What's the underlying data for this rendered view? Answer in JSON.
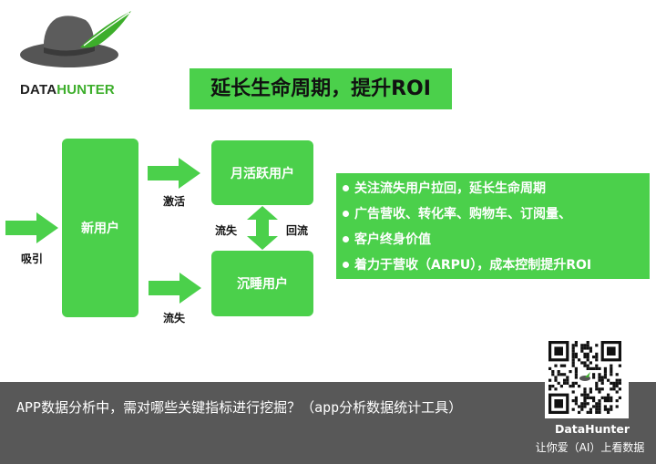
{
  "brand": {
    "part1": "DATA",
    "part2": "HUNTER"
  },
  "title": "延长生命周期，提升ROI",
  "nodes": {
    "new_user": "新用户",
    "monthly_active": "月活跃用户",
    "dormant": "沉睡用户"
  },
  "edges": {
    "acquire": "吸引",
    "activate": "激活",
    "churn_top": "流失",
    "return_flow": "回流",
    "churn_bottom": "流失"
  },
  "bullets": [
    "关注流失用户拉回，延长生命周期",
    "广告营收、转化率、购物车、订阅量、",
    "客户终身价值",
    "着力于营收（ARPU），成本控制提升ROI"
  ],
  "caption": "APP数据分析中，需对哪些关键指标进行挖掘？（app分析数据统计工具）",
  "qr": {
    "brand": "DataHunter",
    "slogan": "让你爱（AI）上看数据"
  },
  "colors": {
    "accent_green": "#4bd04b",
    "brand_green": "#3dae2b",
    "caption_bg": "#464646"
  }
}
